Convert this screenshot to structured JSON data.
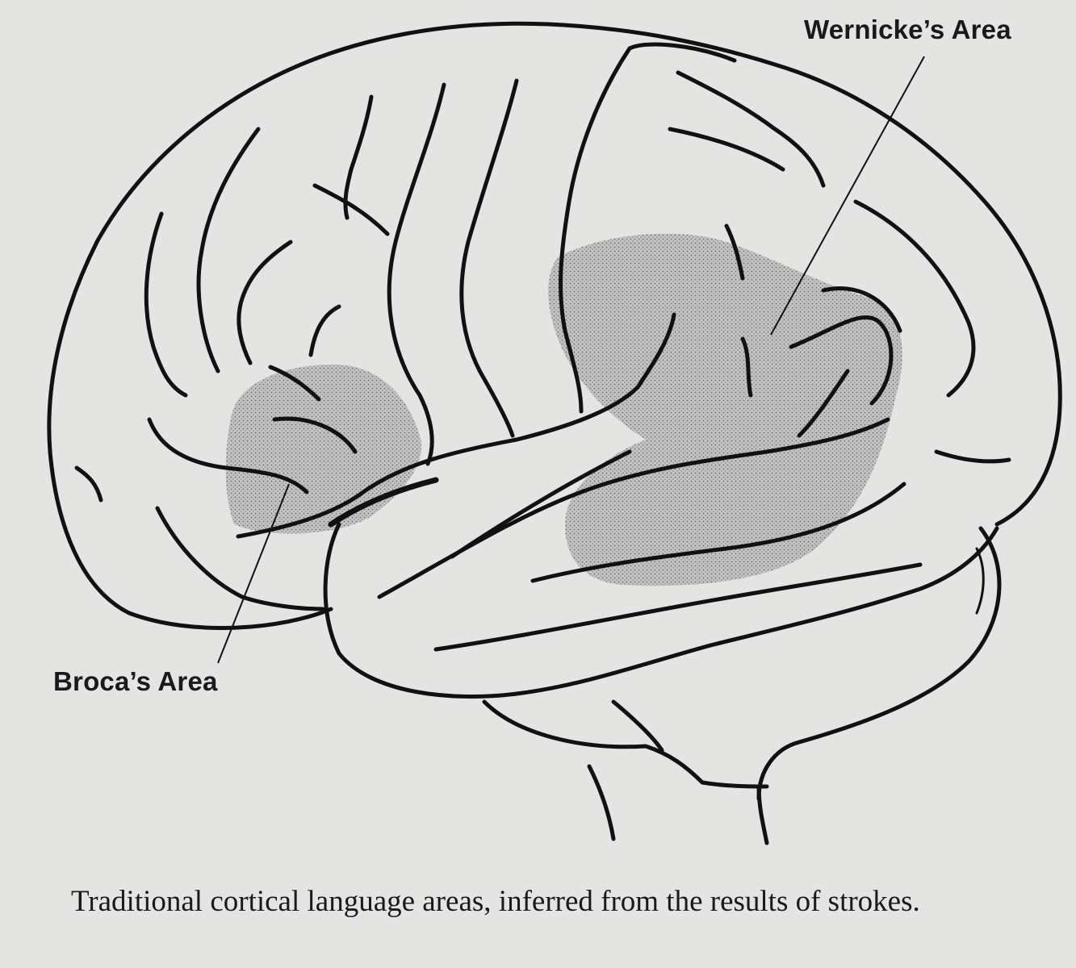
{
  "labels": {
    "wernicke": "Wernicke’s Area",
    "broca": "Broca’s Area"
  },
  "caption": "Traditional cortical language areas, inferred from the results of strokes.",
  "colors": {
    "background": "#e4e4e2",
    "outline": "#111111",
    "shaded_area": "#9a9a9a"
  }
}
